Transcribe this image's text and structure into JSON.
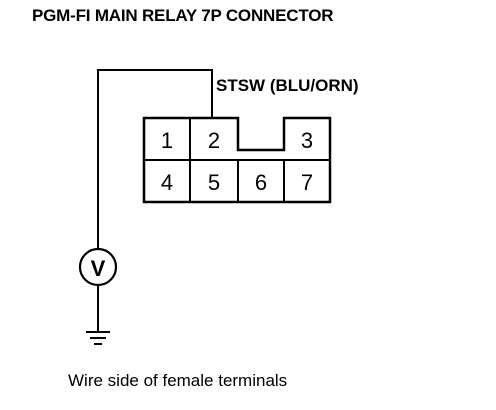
{
  "title": "PGM-FI MAIN RELAY 7P CONNECTOR",
  "wire_label": "STSW (BLU/ORN)",
  "caption": "Wire side of female terminals",
  "terminals": {
    "t1": "1",
    "t2": "2",
    "t3": "3",
    "t4": "4",
    "t5": "5",
    "t6": "6",
    "t7": "7"
  },
  "meter_symbol": "V",
  "colors": {
    "line": "#000000",
    "background": "#ffffff"
  }
}
